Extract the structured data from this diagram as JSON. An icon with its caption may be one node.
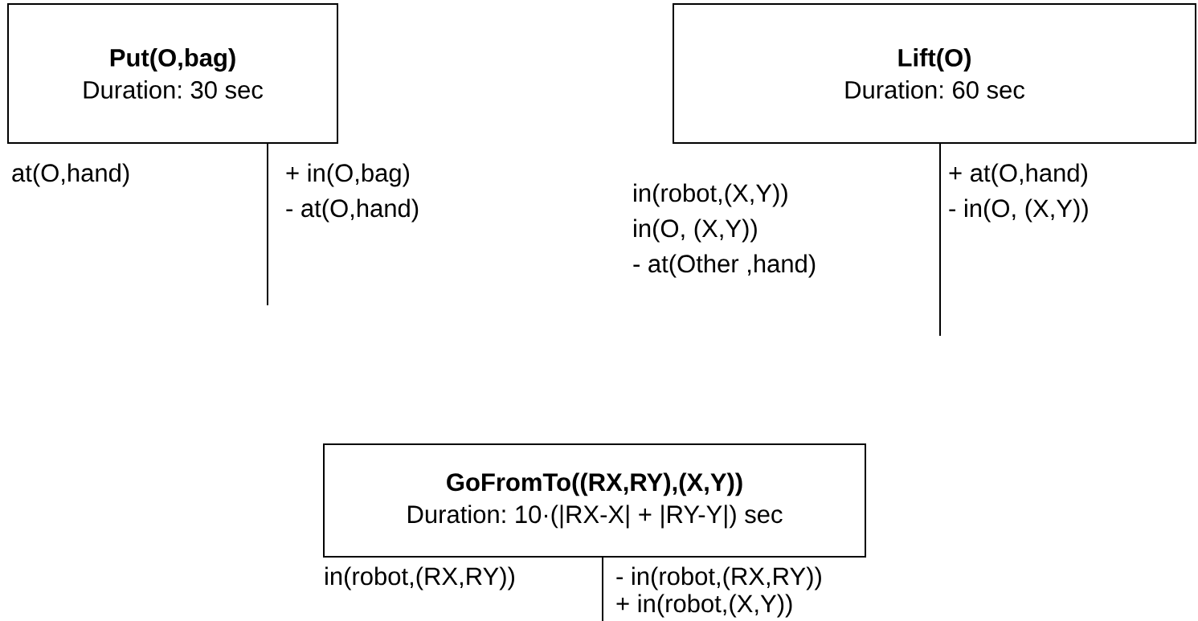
{
  "diagram": {
    "nodes": [
      {
        "text": [
          "Put(O,bag)",
          "Duration: 30 sec"
        ],
        "beside": [
          "at(O,hand)",
          "+ in(O,bag)",
          "- at(O,hand)"
        ]
      },
      {
        "text": [
          "Lift(O)",
          "Duration: 60 sec"
        ],
        "beside": [
          "in(robot,(X,Y))",
          "in(O, (X,Y))",
          "- at(Other ,hand)",
          "+ at(O,hand)",
          "- in(O, (X,Y))"
        ]
      },
      {
        "text": [
          "GoFromTo((RX,RY),(X,Y))",
          "Duration: 10·(|RX-X| + |RY-Y|) sec"
        ],
        "beside": [
          "in(robot,(RX,RY))",
          "- in(robot,(RX,RY))",
          "+ in(robot,(X,Y))"
        ]
      }
    ]
  }
}
